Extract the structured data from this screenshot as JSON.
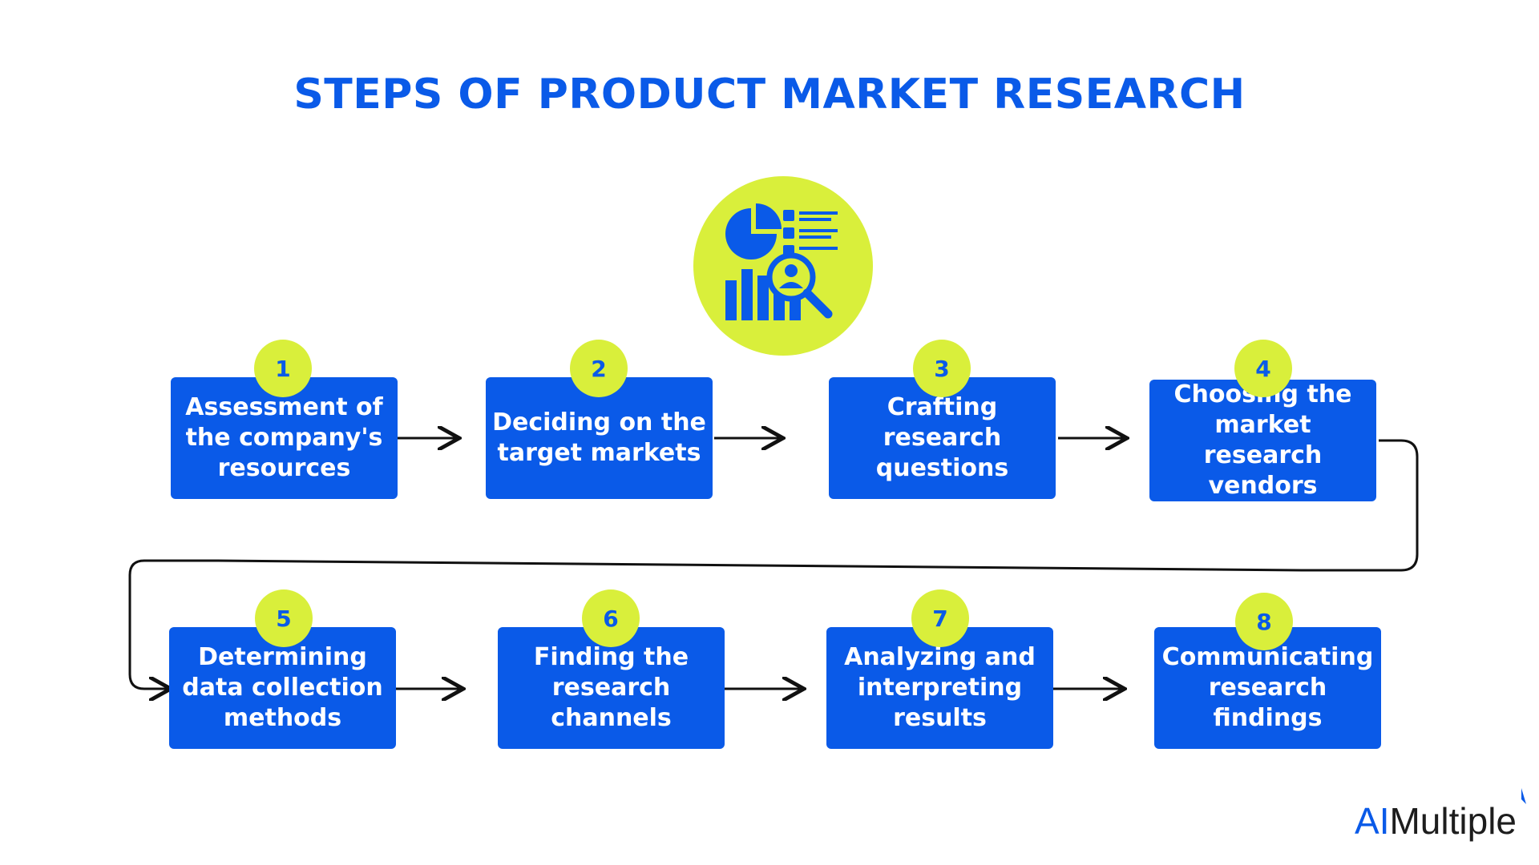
{
  "title": "STEPS OF PRODUCT MARKET RESEARCH",
  "colors": {
    "accent": "#0a5ae8",
    "badge": "#d9ef3b",
    "text": "#ffffff"
  },
  "hero_icon": "market-research-analytics-icon",
  "steps": [
    {
      "number": "1",
      "label": "Assessment of the company's resources"
    },
    {
      "number": "2",
      "label": "Deciding on the target markets"
    },
    {
      "number": "3",
      "label": "Crafting research questions"
    },
    {
      "number": "4",
      "label": "Choosing the market research vendors"
    },
    {
      "number": "5",
      "label": "Determining data collection methods"
    },
    {
      "number": "6",
      "label": "Finding the research channels"
    },
    {
      "number": "7",
      "label": "Analyzing and interpreting results"
    },
    {
      "number": "8",
      "label": "Communicating research findings"
    }
  ],
  "brand": {
    "prefix": "AI",
    "suffix": "Multiple"
  }
}
